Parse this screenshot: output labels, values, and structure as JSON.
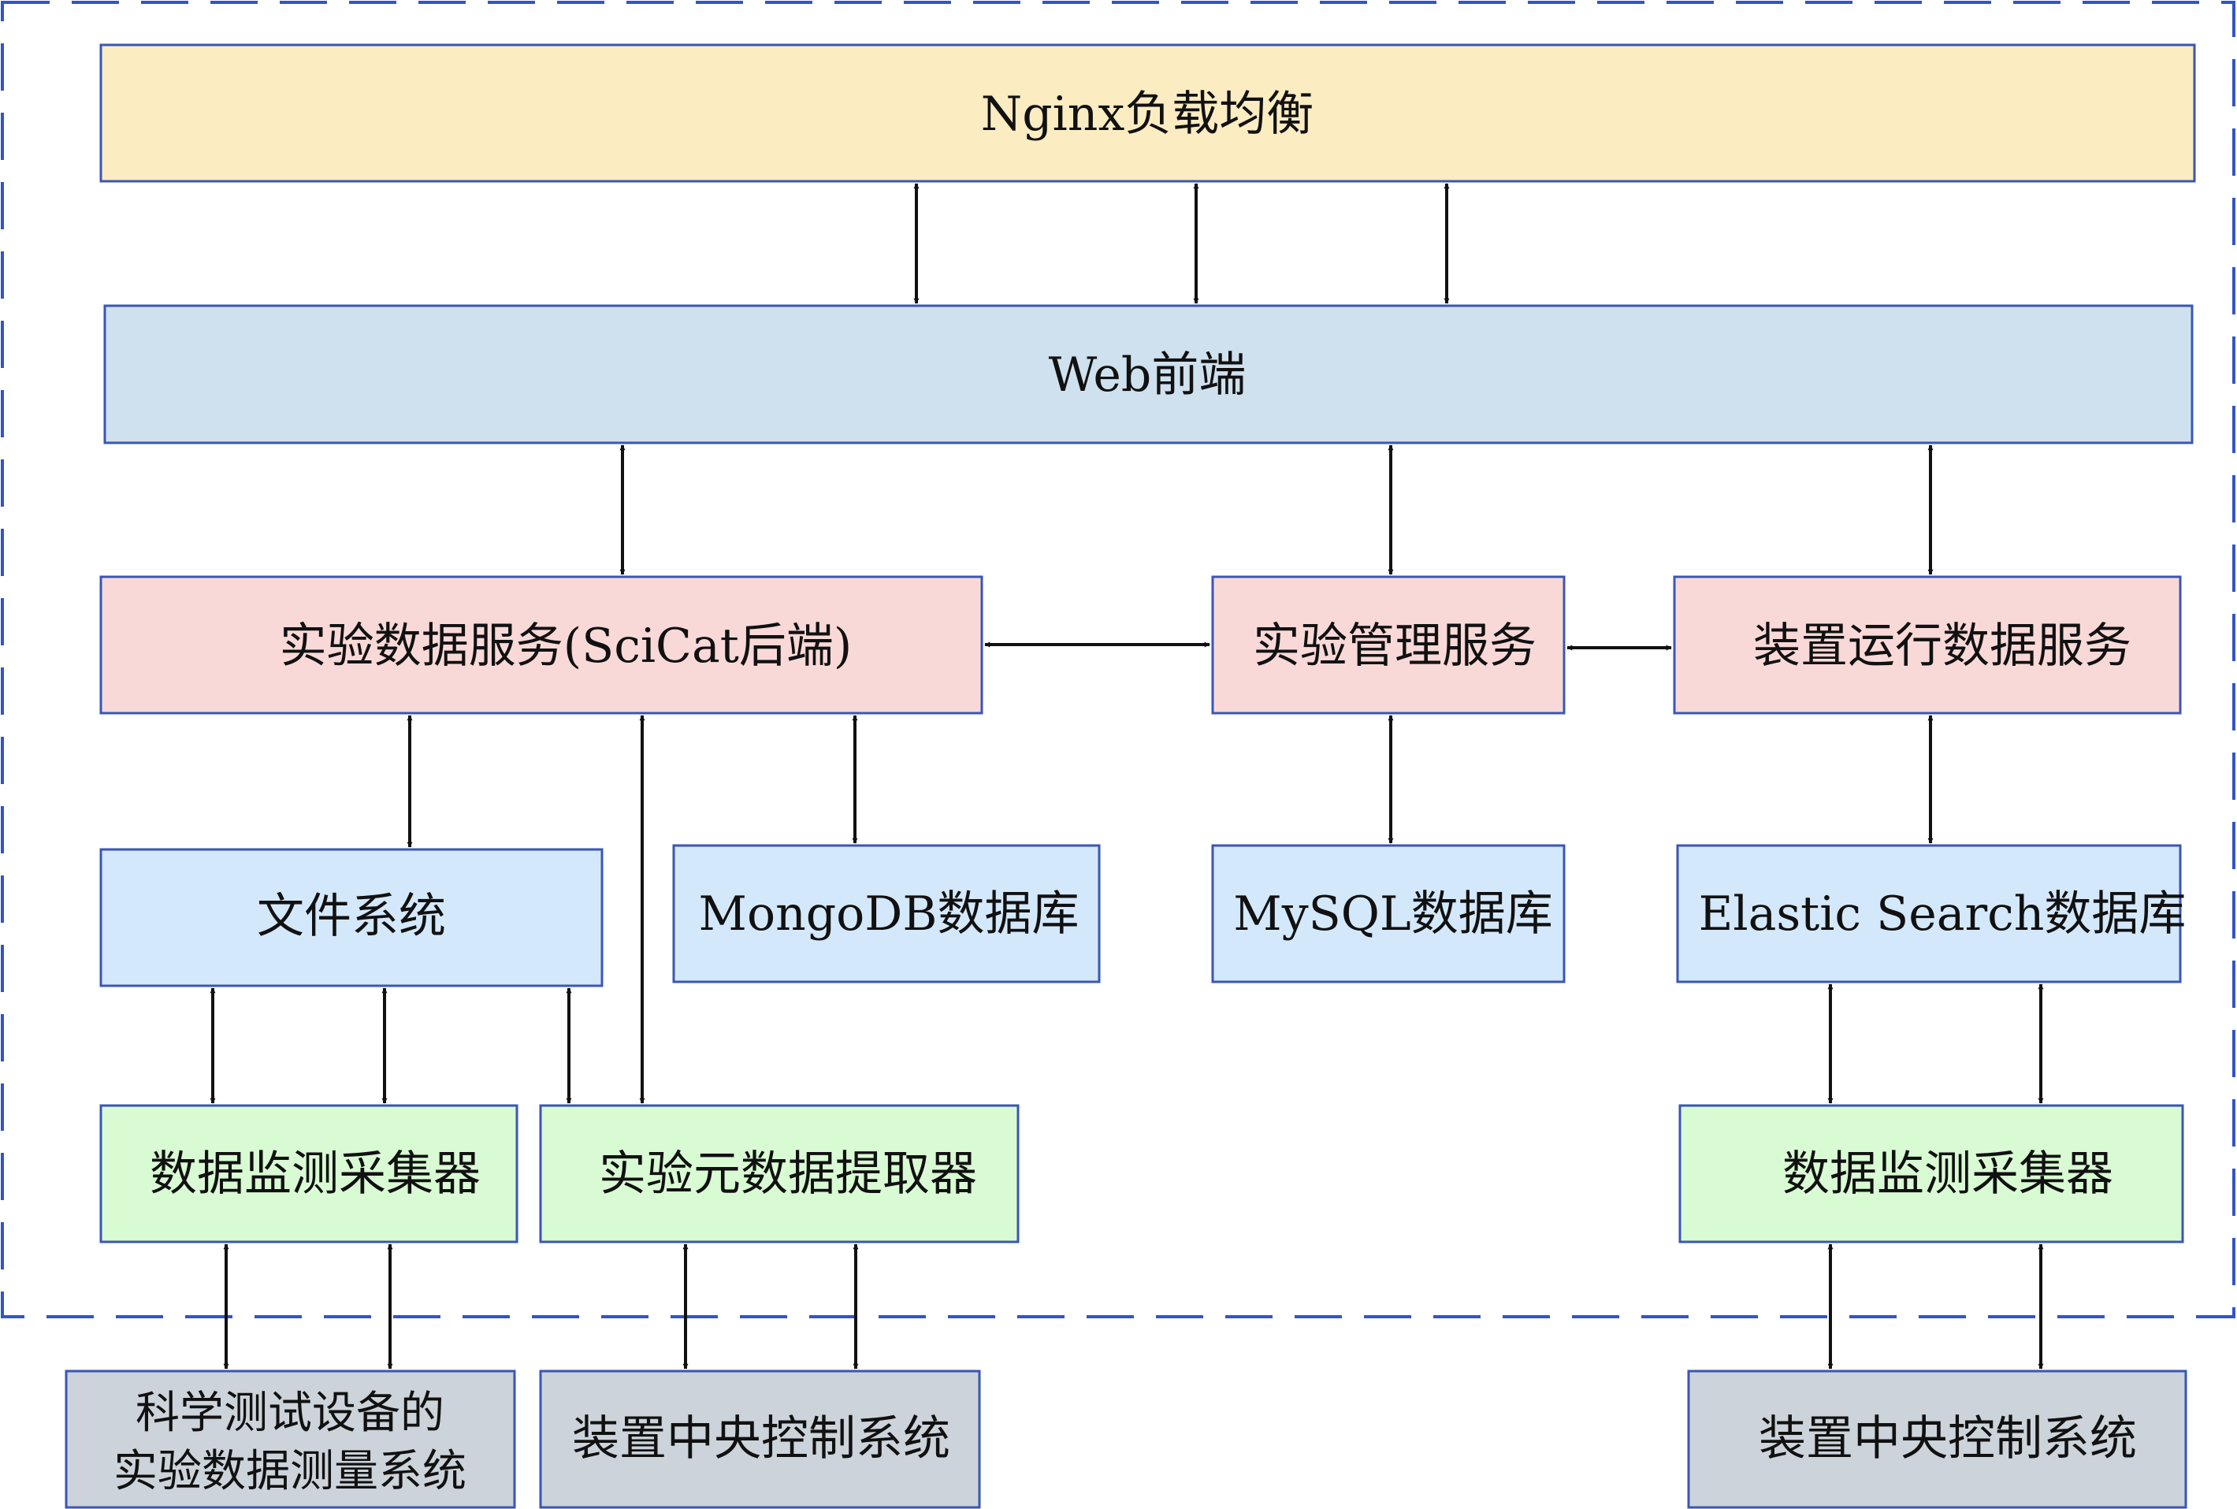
{
  "colors": {
    "yellow": "#fbecc1",
    "blue": "#cfe1ee",
    "pink": "#f9d9d8",
    "lightblue": "#d4e8fb",
    "green": "#d9fbd4",
    "gray": "#ccd3da",
    "border": "#3a56b4",
    "dashed_border": "#2f56c8"
  },
  "nodes": {
    "nginx": "Nginx负载均衡",
    "web": "Web前端",
    "scicat": "实验数据服务(SciCat后端)",
    "exp_mgmt": "实验管理服务",
    "device_service": "装置运行数据服务",
    "filesystem": "文件系统",
    "mongodb": "MongoDB数据库",
    "mysql": "MySQL数据库",
    "elastic": "Elastic Search数据库",
    "collector_left": "数据监测采集器",
    "metadata_extractor": "实验元数据提取器",
    "collector_right": "数据监测采集器",
    "science_line1": "科学测试设备的",
    "science_line2": "实验数据测量系统",
    "control_mid": "装置中央控制系统",
    "control_right": "装置中央控制系统"
  }
}
